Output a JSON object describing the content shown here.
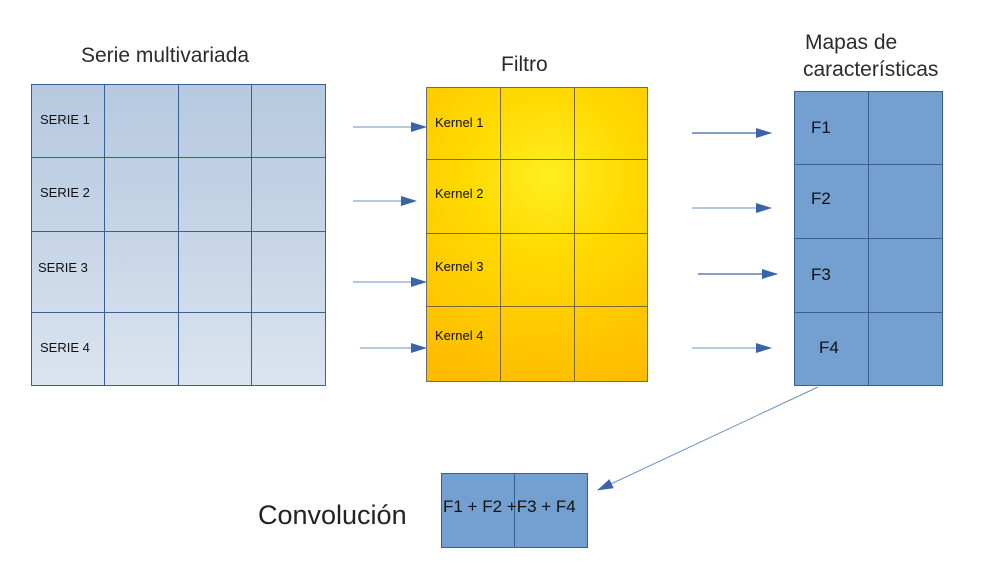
{
  "titles": {
    "series": "Serie multivariada",
    "filter": "Filtro",
    "maps_line1": "Mapas de",
    "maps_line2": "características",
    "convolution": "Convolución"
  },
  "series_labels": [
    "SERIE 1",
    "SERIE 2",
    "SERIE 3",
    "SERIE 4"
  ],
  "kernel_labels": [
    "Kernel 1",
    "Kernel 2",
    "Kernel 3",
    "Kernel 4"
  ],
  "feature_labels": [
    "F1",
    "F2",
    "F3",
    "F4"
  ],
  "convolution_result": "F1 + F2 +F3 + F4",
  "colors": {
    "series_fill": "#b6c9e0",
    "filter_fill": "#ffd900",
    "maps_fill": "#739fd1",
    "grid_line": "#3b5f95",
    "arrow": "#3a64a8"
  }
}
